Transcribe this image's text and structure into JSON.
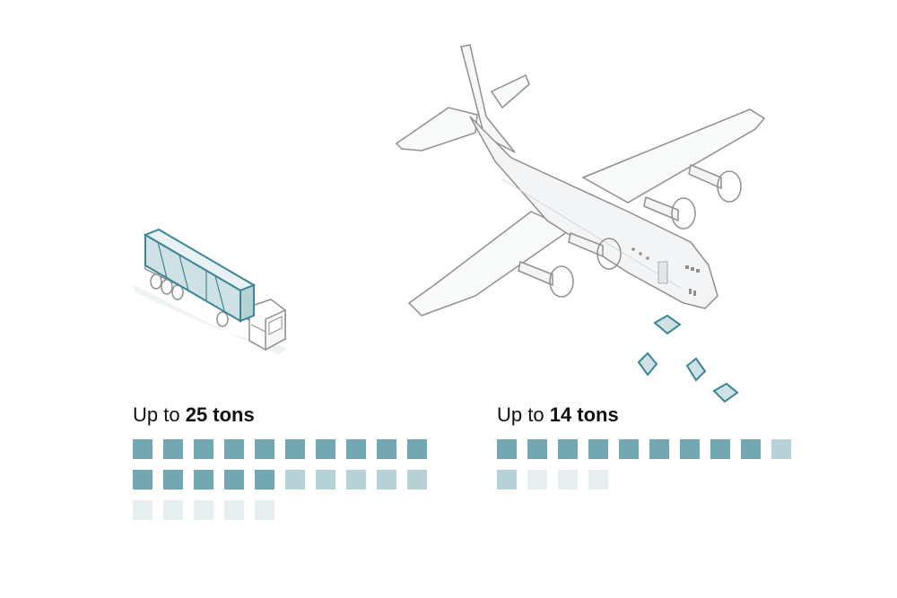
{
  "colors": {
    "full": "#73a8b3",
    "partial": "#b7d2d7",
    "empty": "#e6eef0",
    "accent": "#3d8594",
    "outline": "#8f8f8f"
  },
  "truck": {
    "prefix": "Up to ",
    "amount": "25 tons",
    "cells": [
      "full",
      "full",
      "full",
      "full",
      "full",
      "full",
      "full",
      "full",
      "full",
      "full",
      "full",
      "full",
      "full",
      "full",
      "full",
      "partial",
      "partial",
      "partial",
      "partial",
      "partial",
      "empty",
      "empty",
      "empty",
      "empty",
      "empty"
    ]
  },
  "plane": {
    "prefix": "Up to ",
    "amount": "14 tons",
    "cells": [
      "full",
      "full",
      "full",
      "full",
      "full",
      "full",
      "full",
      "full",
      "full",
      "partial",
      "partial",
      "empty",
      "empty",
      "empty"
    ]
  }
}
